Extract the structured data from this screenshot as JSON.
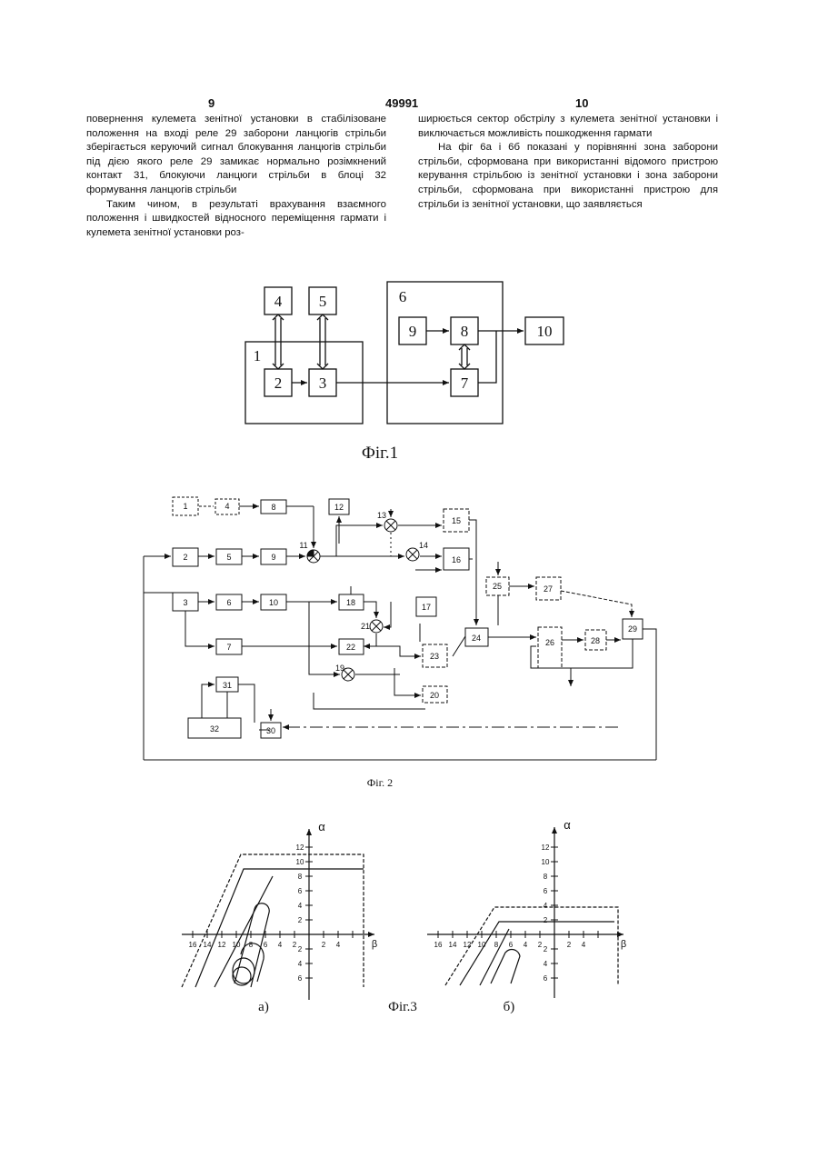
{
  "header": {
    "left_page": "9",
    "patent_number": "49991",
    "right_page": "10"
  },
  "text": {
    "left_col_p1": "повернення кулемета зенітної установки в стабілізоване положення на вході реле 29 заборони ланцюгів стрільби зберігається керуючий сигнал блокування ланцюгів стрільби під дією якого реле 29 замикає нормально розімкнений контакт 31, блокуючи ланцюги стрільби в блоці 32 формування ланцюгів стрільби",
    "left_col_p2": "Таким чином, в результаті врахування взаємного положення і швидкостей відносного переміщення гармати і кулемета зенітної установки роз-",
    "right_col_p1": "ширюється сектор обстрілу з кулемета зенітної установки і виключається можливість пошкодження гармати",
    "right_col_p2": "На фіг 6а і 6б показані у порівнянні зона заборони стрільби, сформована при використанні відомого пристрою керування стрільбою із зенітної установки і зона заборони стрільби, сформована при використанні пристрою для стрільби із зенітної установки, що заявляється"
  },
  "fig1": {
    "caption": "Фіг.1",
    "group1": "1",
    "group6": "6",
    "b2": "2",
    "b3": "3",
    "b4": "4",
    "b5": "5",
    "b7": "7",
    "b8": "8",
    "b9": "9",
    "b10": "10"
  },
  "fig2": {
    "caption": "Фіг. 2",
    "blocks": [
      "1",
      "4",
      "8",
      "12",
      "13",
      "15",
      "2",
      "5",
      "9",
      "11",
      "14",
      "16",
      "25",
      "27",
      "3",
      "6",
      "10",
      "18",
      "17",
      "21",
      "24",
      "29",
      "7",
      "22",
      "23",
      "26",
      "28",
      "19",
      "20",
      "31",
      "32",
      "30"
    ]
  },
  "fig3": {
    "caption": "Фіг.3",
    "label_a": "а)",
    "label_b": "б)",
    "alpha": "α",
    "beta": "β",
    "a_x_ticks": [
      "16",
      "14",
      "12",
      "10",
      "8",
      "6",
      "4",
      "2",
      "2",
      "4"
    ],
    "a_y_ticks_pos": [
      "12",
      "10",
      "8",
      "6",
      "4",
      "2"
    ],
    "a_y_ticks_neg": [
      "2",
      "4",
      "6"
    ],
    "b_x_ticks": [
      "16",
      "14",
      "12",
      "10",
      "8",
      "6",
      "4",
      "2",
      "2",
      "4"
    ],
    "b_y_ticks_pos": [
      "12",
      "10",
      "8",
      "6",
      "4",
      "2"
    ],
    "b_y_ticks_neg": [
      "2",
      "4",
      "6"
    ]
  }
}
